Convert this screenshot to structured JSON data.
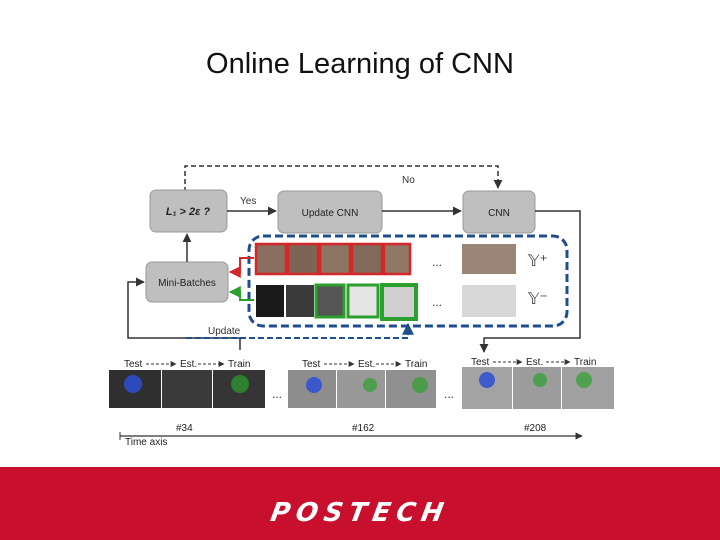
{
  "slide": {
    "title": "Online Learning of CNN"
  },
  "diagram": {
    "condition_label": "L₁ > 2ε ?",
    "update_cnn_label": "Update CNN",
    "cnn_label": "CNN",
    "mini_batches_label": "Mini-Batches",
    "yes_label": "Yes",
    "no_label": "No",
    "update_label": "Update",
    "ellipsis": "...",
    "positive_set_label": "𝕐⁺",
    "negative_set_label": "𝕐⁻",
    "colors": {
      "box": "#bfbfbf",
      "dashed_border": "#1f4e8c",
      "positive": "#d62728",
      "negative": "#2ca02c"
    }
  },
  "timeline": {
    "phase_labels": [
      "Test",
      "Est.",
      "Train"
    ],
    "frames": [
      "#34",
      "#162",
      "#208"
    ],
    "axis_label": "Time axis",
    "ellipsis": "..."
  },
  "footer": {
    "logo_text": "POSTECH",
    "color": "#c8102e"
  }
}
